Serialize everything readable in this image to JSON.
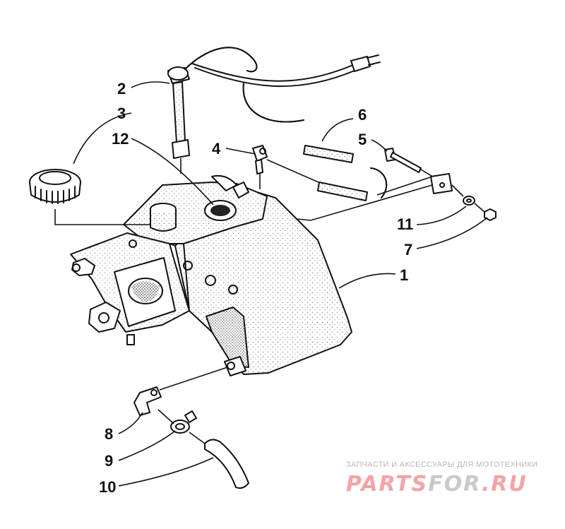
{
  "diagram": {
    "callouts": [
      {
        "id": "1",
        "text": "1"
      },
      {
        "id": "2",
        "text": "2"
      },
      {
        "id": "3",
        "text": "3"
      },
      {
        "id": "4",
        "text": "4"
      },
      {
        "id": "5",
        "text": "5"
      },
      {
        "id": "6",
        "text": "6"
      },
      {
        "id": "7",
        "text": "7"
      },
      {
        "id": "8",
        "text": "8"
      },
      {
        "id": "9",
        "text": "9"
      },
      {
        "id": "10",
        "text": "10"
      },
      {
        "id": "11",
        "text": "11"
      },
      {
        "id": "12",
        "text": "12"
      }
    ]
  },
  "watermark": {
    "tagline": "ЗАПЧАСТИ И АКСЕССУАРЫ ДЛЯ МОТОТЕХНИКИ",
    "logo_red": "PARTS",
    "logo_grey": "FOR",
    "logo_tld": ".RU",
    "red_color": "#f4a3a6",
    "grey_color": "#c9c9c9"
  }
}
